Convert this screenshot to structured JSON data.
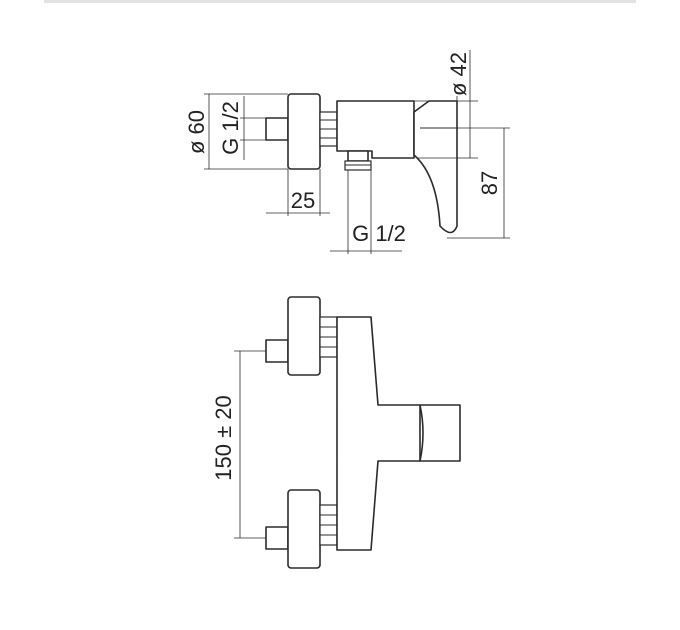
{
  "drawing": {
    "side_view": {
      "inlet_diameter": "ø 60",
      "inlet_thread": "G 1/2",
      "handle_diameter": "ø 42",
      "height": "87",
      "wall_depth": "25",
      "outlet_thread": "G 1/2"
    },
    "front_view": {
      "centre_distance": "150 ± 20"
    }
  }
}
